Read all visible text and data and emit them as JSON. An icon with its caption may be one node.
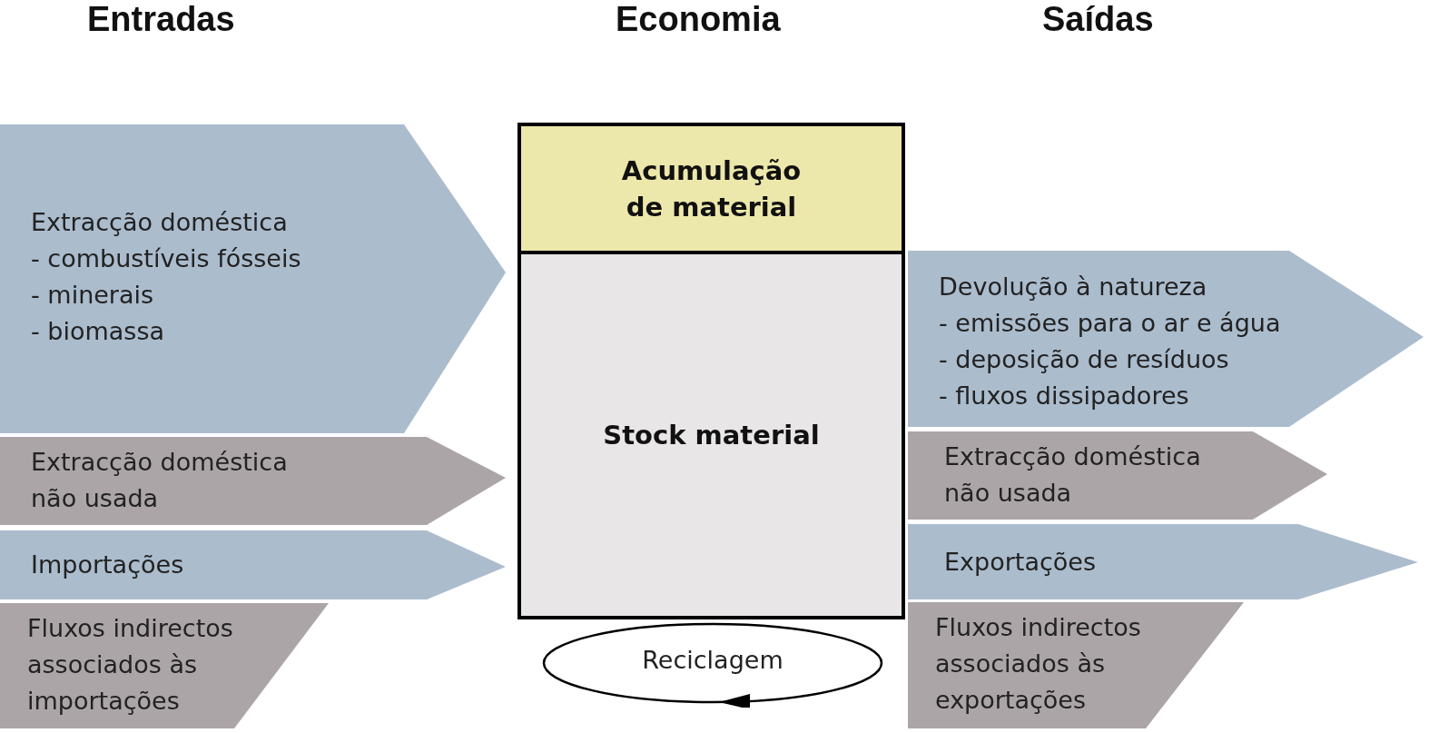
{
  "diagram": {
    "nodes": [
      {
        "text": [
          "Extracção doméstica",
          "- combustíveis fósseis",
          "- minerais",
          "- biomassa"
        ]
      },
      {
        "text": [
          "Extracção doméstica não usada"
        ]
      },
      {
        "text": [
          "Importações"
        ]
      },
      {
        "text": [
          "Fluxos indirectos associados às importações"
        ]
      },
      {
        "text": [
          "Acumulação de material"
        ]
      },
      {
        "text": [
          "Stock material"
        ]
      },
      {
        "text": [
          "Reciclagem"
        ]
      },
      {
        "text": [
          "Devolução à natureza",
          "- emissões para o ar e água",
          "- deposição de resíduos",
          "- fluxos dissipadores"
        ]
      },
      {
        "text": [
          "Extracção doméstica não usada"
        ]
      },
      {
        "text": [
          "Exportações"
        ]
      },
      {
        "text": [
          "Fluxos indirectos associados às exportações"
        ]
      }
    ],
    "labels": [
      "Entradas",
      "Economia",
      "Saídas"
    ]
  }
}
